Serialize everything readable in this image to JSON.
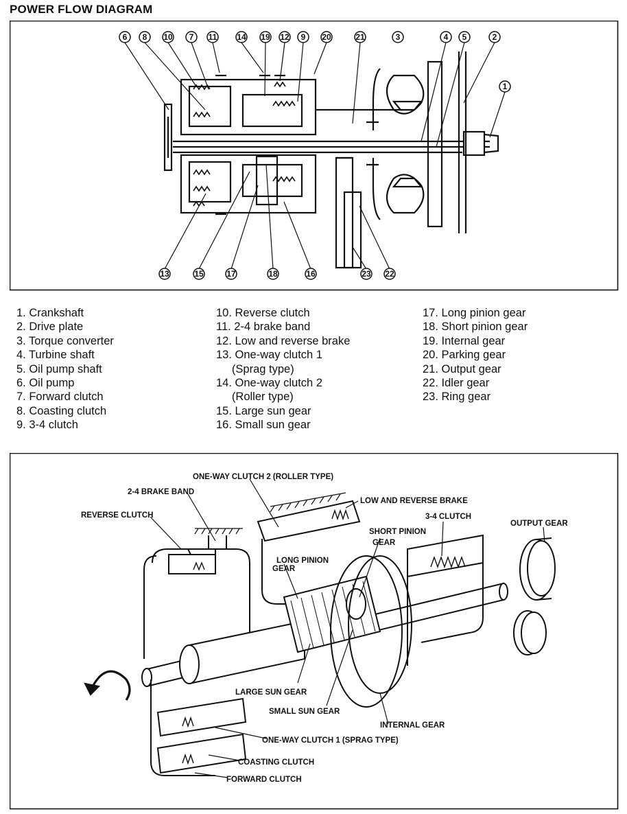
{
  "title": "POWER FLOW DIAGRAM",
  "callout_numbers": {
    "top_row": [
      "6",
      "8",
      "10",
      "7",
      "11",
      "14",
      "19",
      "12",
      "9",
      "20",
      "21",
      "3",
      "4",
      "5",
      "2"
    ],
    "right": "1",
    "bottom_row": [
      "13",
      "15",
      "17",
      "18",
      "16",
      "23",
      "22"
    ]
  },
  "legend": {
    "col1": [
      "1. Crankshaft",
      "2. Drive plate",
      "3. Torque converter",
      "4. Turbine shaft",
      "5. Oil pump shaft",
      "6. Oil pump",
      "7. Forward clutch",
      "8. Coasting clutch",
      "9. 3-4 clutch"
    ],
    "col2": [
      "10. Reverse clutch",
      "11. 2-4 brake band",
      "12. Low and reverse brake",
      "13. One-way clutch 1",
      "     (Sprag type)",
      "14. One-way clutch 2",
      "     (Roller type)",
      "15. Large sun gear",
      "16. Small sun gear"
    ],
    "col3": [
      "17. Long pinion gear",
      "18. Short pinion gear",
      "19. Internal gear",
      "20. Parking gear",
      "21. Output gear",
      "22. Idler gear",
      "23. Ring gear"
    ]
  },
  "cutaway_labels": {
    "one_way_clutch_2": "ONE-WAY CLUTCH 2 (ROLLER TYPE)",
    "brake_band": "2-4 BRAKE BAND",
    "low_reverse_brake": "LOW AND REVERSE BRAKE",
    "reverse_clutch": "REVERSE CLUTCH",
    "clutch_34": "3-4 CLUTCH",
    "output_gear": "OUTPUT GEAR",
    "short_pinion_1": "SHORT PINION",
    "short_pinion_2": "GEAR",
    "long_pinion_1": "LONG PINION",
    "long_pinion_2": "GEAR",
    "large_sun_gear": "LARGE SUN GEAR",
    "small_sun_gear": "SMALL SUN GEAR",
    "internal_gear": "INTERNAL GEAR",
    "one_way_clutch_1": "ONE-WAY CLUTCH 1 (SPRAG TYPE)",
    "coasting_clutch": "COASTING CLUTCH",
    "forward_clutch": "FORWARD CLUTCH"
  }
}
